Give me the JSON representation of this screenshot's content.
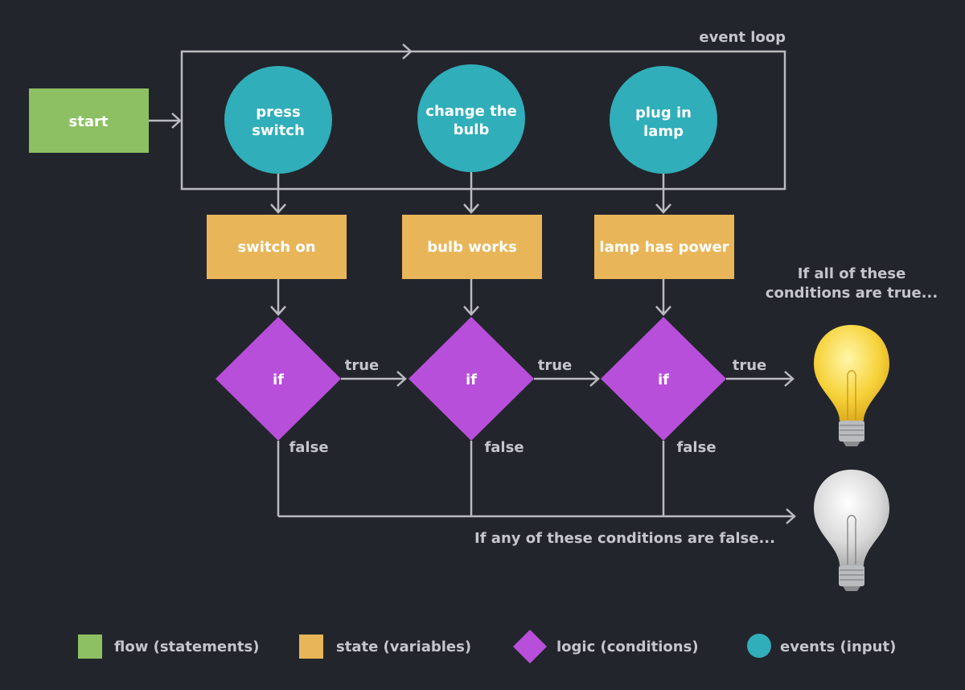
{
  "colors": {
    "background": "#23252c",
    "flow": "#8cc062",
    "state": "#e8b659",
    "logic": "#b84fda",
    "events": "#30aeba",
    "line": "#b9bbc0",
    "label": "#c4c6cc"
  },
  "start": {
    "label": "start"
  },
  "event_loop_label": "event loop",
  "events": [
    {
      "line1": "press",
      "line2": "switch"
    },
    {
      "line1": "change the",
      "line2": "bulb"
    },
    {
      "line1": "plug in",
      "line2": "lamp"
    }
  ],
  "states": [
    "switch on",
    "bulb works",
    "lamp has power"
  ],
  "conditions": [
    "if",
    "if",
    "if"
  ],
  "true_label": "true",
  "false_label": "false",
  "outcome_true": {
    "line1": "If all of these",
    "line2": "conditions are true...",
    "icon": "lit-bulb-icon"
  },
  "outcome_false": {
    "text": "If any of these conditions are false...",
    "icon": "unlit-bulb-icon"
  },
  "legend": [
    {
      "shape": "square",
      "color": "#8cc062",
      "label": "flow (statements)"
    },
    {
      "shape": "square",
      "color": "#e8b659",
      "label": "state (variables)"
    },
    {
      "shape": "diamond",
      "color": "#b84fda",
      "label": "logic (conditions)"
    },
    {
      "shape": "circle",
      "color": "#30aeba",
      "label": "events (input)"
    }
  ]
}
